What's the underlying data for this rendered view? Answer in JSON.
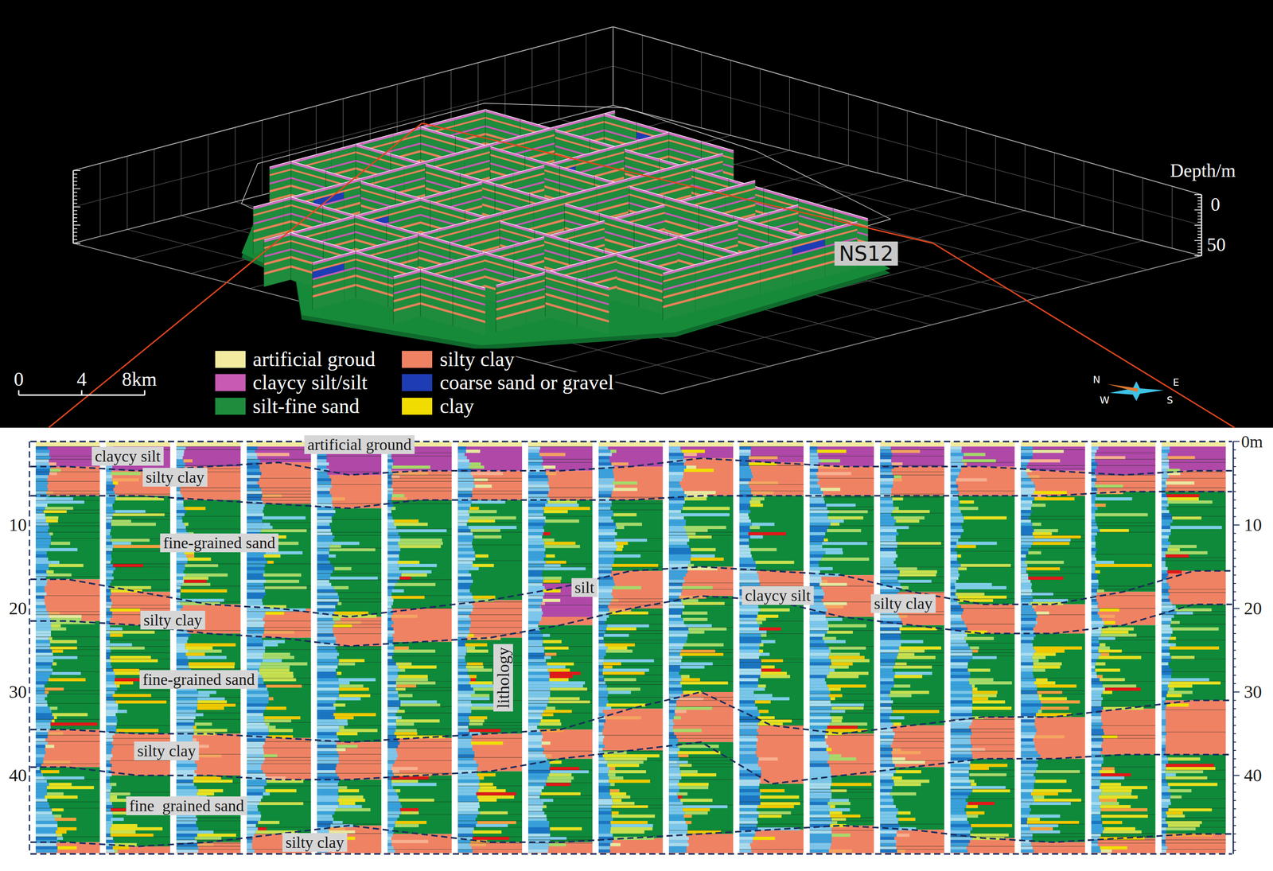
{
  "diagram": {
    "labels": [
      "Depth/m",
      "0",
      "50",
      "NS12",
      "0",
      "4",
      "8km",
      "N",
      "E",
      "W",
      "S",
      "claycy silt",
      "artificial ground",
      "silty clay",
      "fine-grained sand",
      "silt",
      "claycy silt",
      "silty clay",
      "silty clay",
      "fine-grained sand",
      "silty clay",
      "fine  grained sand",
      "silty clay",
      "lithology",
      "0m",
      "10",
      "20",
      "30",
      "40",
      "10",
      "20",
      "30",
      "40"
    ],
    "legend": [
      {
        "text": "artificial groud",
        "color": "#f2eba0"
      },
      {
        "text": "claycy silt/silt",
        "color": "#c85ab4"
      },
      {
        "text": "silt-fine sand",
        "color": "#1e8c3c"
      },
      {
        "text": "silty clay",
        "color": "#f08264"
      },
      {
        "text": "coarse sand or gravel",
        "color": "#1e3cb4"
      },
      {
        "text": "clay",
        "color": "#f0dc00"
      }
    ]
  }
}
